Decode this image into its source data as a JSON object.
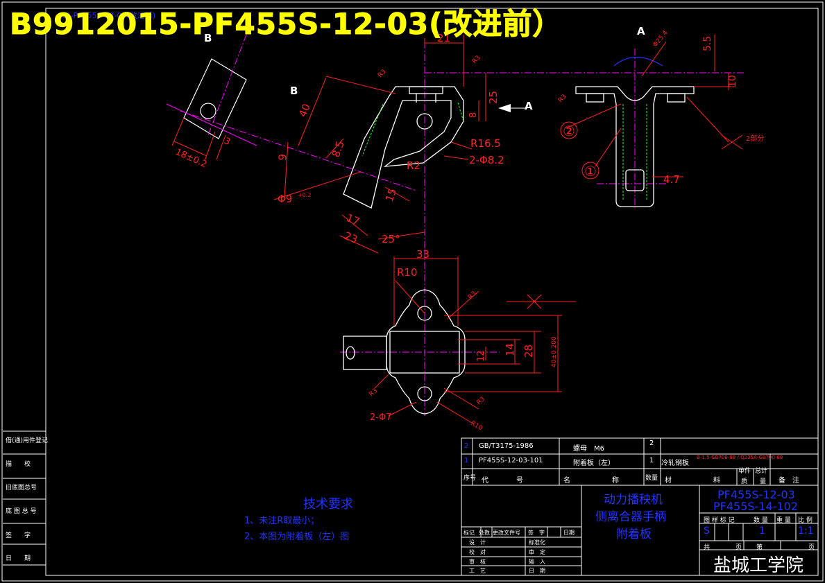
{
  "title": "B9912015-PF455S-12-03(改进前）",
  "title_ghost": "(S)-PF455S-12-03(改进前)",
  "view_labels": {
    "b_top": "B",
    "b_mid": "B",
    "a_top": "A",
    "a_side": "A"
  },
  "dimensions": {
    "d21": "21",
    "d25": "25",
    "d8": "8",
    "d40": "40",
    "d9": "9",
    "d85": "8.5",
    "d17": "17",
    "d23": "23",
    "d15": "15",
    "d25deg": "25°",
    "r165": "R16.5",
    "hole82": "2-Φ8.2",
    "r2": "R2",
    "r3a": "R3",
    "r3b": "R3",
    "phi9": "Φ9",
    "phi9tol": "+0.2",
    "d3": "3",
    "d18": "18±0.2",
    "d55": "5.5",
    "d10": "10",
    "phi254": "Φ25.4",
    "d47": "4.7",
    "r3c": "R3",
    "two_parts": "2部分",
    "d33": "33",
    "r10": "R10",
    "d14": "14",
    "d12": "12",
    "d28": "28",
    "d40tol": "40±0.200",
    "r3d": "R3",
    "r3e": "R3",
    "r3f": "R3",
    "r10b": "R10",
    "hole7": "2-Φ7"
  },
  "balloons": [
    "①",
    "②"
  ],
  "tech_requirements": {
    "title": "技术要求",
    "notes": [
      "1、未注R取最小；",
      "2、本图为附着板（左）图"
    ]
  },
  "side_table": [
    "借(通)用件登记",
    "描　　校",
    "旧底图总号",
    "底 图 总 号",
    "签　　字",
    "日　　期"
  ],
  "bom": [
    {
      "seq": "2",
      "code": "GB/T3175-1986",
      "name": "螺母　M6",
      "qty": "2",
      "material": "",
      "mat_note": ""
    },
    {
      "seq": "1",
      "code": "PF455S-12-03-101",
      "name": "附着板（左）",
      "qty": "1",
      "material": "冷轧钢板",
      "mat_note": "B-1.5-GB708-88 / Q235A-GB700-88"
    }
  ],
  "bom_header": {
    "seq": "序号",
    "code": "代　　　　号",
    "name": "名　　　　　　称",
    "qty": "数量",
    "material": "材　　　　　　料",
    "unit_weight": "单件",
    "total_weight": "总计",
    "weight": "质　　量",
    "remarks": "备　注"
  },
  "sign_block": {
    "header": [
      "标记",
      "处数",
      "更改文件号",
      "签　字",
      "日期"
    ],
    "rows": [
      [
        "设　计",
        "标准化"
      ],
      [
        "校　对",
        "审　定"
      ],
      [
        "审　核",
        "输　入"
      ],
      [
        "工　艺",
        "日　期"
      ]
    ]
  },
  "product": {
    "line1": "动力播秧机",
    "line2": "侧离合器手柄",
    "line3": "附着板",
    "code1": "PF455S-12-03",
    "code2": "PF455S-14-102"
  },
  "stage_header": [
    "图 样 标 记",
    "数 量",
    "重 量",
    "比 例"
  ],
  "stage_values": {
    "mark": "S",
    "qty": "1",
    "ratio": "1:1"
  },
  "sheet": {
    "total": "共",
    "pages": "页",
    "no": "第",
    "page": "页"
  },
  "school": "盐城工学院",
  "colors": {
    "red": "#ff2222",
    "yellow": "#ffff00",
    "blue": "#2233ff",
    "green": "#22ff22",
    "magenta": "#ff00ff",
    "white": "#ffffff",
    "cyan": "#00ffff"
  }
}
